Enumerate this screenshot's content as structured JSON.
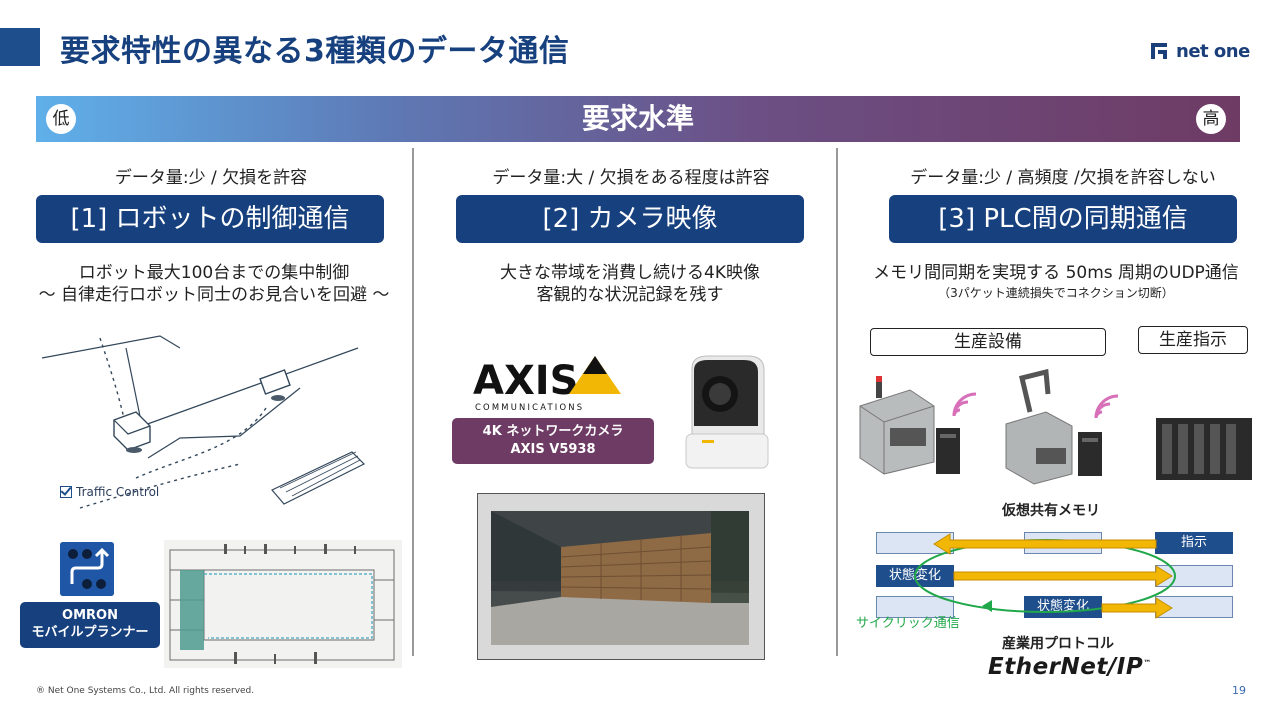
{
  "title": "要求特性の異なる3種類のデータ通信",
  "logo": {
    "text": "net one",
    "icon": "netone-logo-icon"
  },
  "level": {
    "title": "要求水準",
    "low": "低",
    "high": "高"
  },
  "columns": [
    {
      "note": "データ量:少 / 欠損を許容",
      "heading": "[1] ロボットの制御通信",
      "desc1": "ロボット最大100台までの集中制御",
      "desc2": "～ 自律走行ロボット同士のお見合いを回避 ～",
      "traffic_control": "Traffic Control",
      "product_line1": "OMRON",
      "product_line2": "モバイルプランナー"
    },
    {
      "note": "データ量:大 / 欠損をある程度は許容",
      "heading": "[2] カメラ映像",
      "desc1": "大きな帯域を消費し続ける4K映像",
      "desc2": "客観的な状況記録を残す",
      "brand": "AXIS",
      "brand_sub": "COMMUNICATIONS",
      "camera_line1": "4K ネットワークカメラ",
      "camera_line2": "AXIS V5938"
    },
    {
      "note": "データ量:少 / 高頻度 /欠損を許容しない",
      "heading": "[3] PLC間の同期通信",
      "desc1": "メモリ間同期を実現する 50ms 周期のUDP通信",
      "desc2": "（3パケット連続損失でコネクション切断）",
      "box_equipment": "生産設備",
      "box_instruction": "生産指示",
      "vmem": "仮想共有メモリ",
      "tag_instruction": "指示",
      "tag_state1": "状態変化",
      "tag_state2": "状態変化",
      "cyclic": "サイクリック通信",
      "protocol": "産業用プロトコル",
      "ethernetip": "EtherNet/IP",
      "tm": "™"
    }
  ],
  "footer": {
    "copyright": "® Net One Systems Co., Ltd. All rights reserved.",
    "page": "19"
  },
  "colors": {
    "navy": "#17407e",
    "purple": "#6e3b64",
    "gold": "#f2b705",
    "green": "#21a84a"
  }
}
